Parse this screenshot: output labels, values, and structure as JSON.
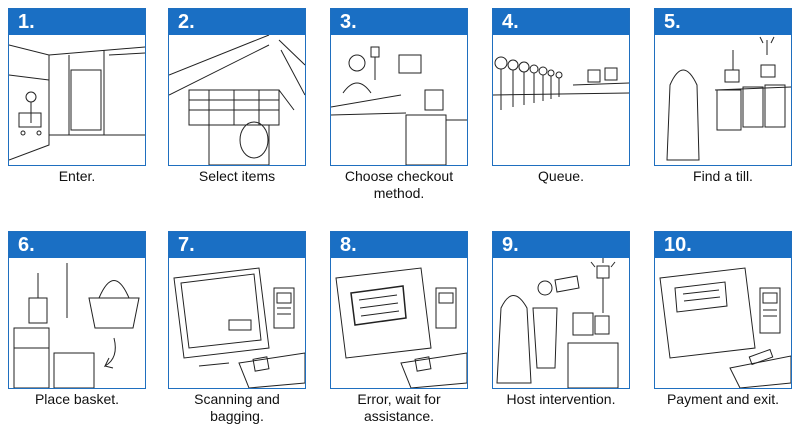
{
  "steps": [
    {
      "number": "1.",
      "label": "Enter."
    },
    {
      "number": "2.",
      "label": "Select items"
    },
    {
      "number": "3.",
      "label": "Choose checkout method."
    },
    {
      "number": "4.",
      "label": "Queue."
    },
    {
      "number": "5.",
      "label": "Find a till."
    },
    {
      "number": "6.",
      "label": "Place basket."
    },
    {
      "number": "7.",
      "label": "Scanning and bagging."
    },
    {
      "number": "8.",
      "label": "Error, wait for assistance."
    },
    {
      "number": "9.",
      "label": "Host intervention."
    },
    {
      "number": "10.",
      "label": "Payment and exit."
    }
  ],
  "colors": {
    "accent": "#1a6fc4",
    "text": "#111111"
  }
}
